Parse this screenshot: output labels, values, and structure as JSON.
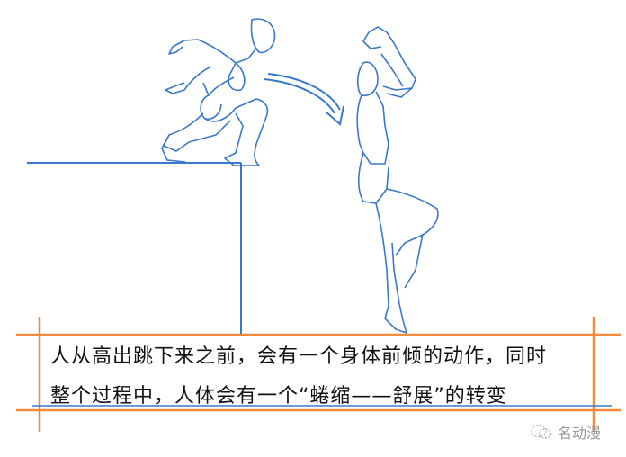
{
  "illustration": {
    "subject": "figure jumping down from a height, crouch then stretch",
    "line_color": "#3a78c9",
    "guide_color": "#f08a3c"
  },
  "caption": {
    "line1": "人从高出跳下来之前，会有一个身体前倾的动作，同时",
    "line2": "整个过程中，人体会有一个“蜷缩——舒展”的转变"
  },
  "watermark": {
    "icon": "wechat-icon",
    "text": "名动漫"
  }
}
